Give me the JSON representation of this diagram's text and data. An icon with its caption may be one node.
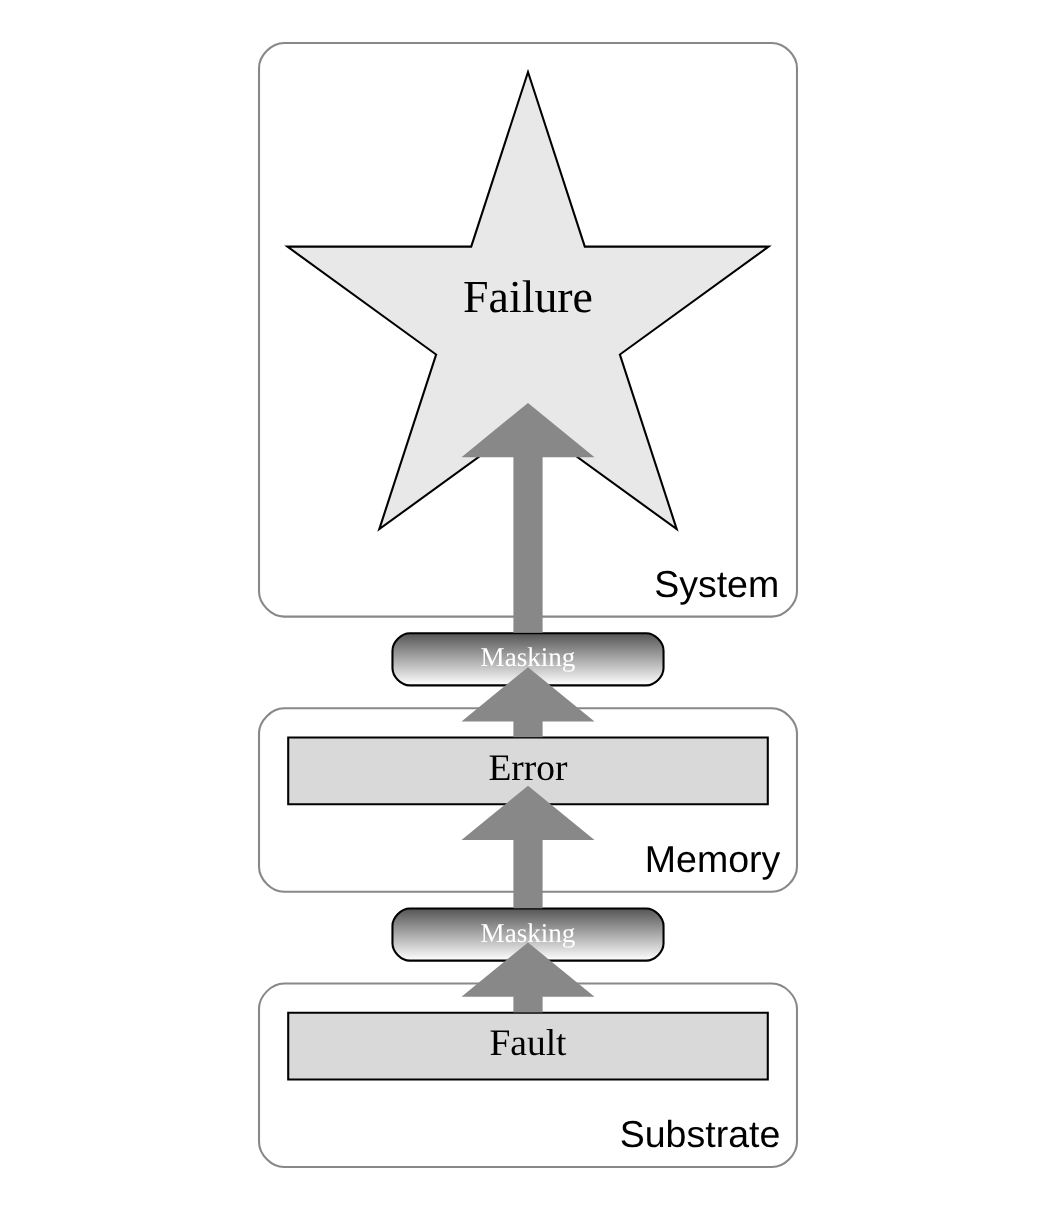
{
  "diagram": {
    "nodes": [
      {
        "text": [
          "System"
        ]
      },
      {
        "text": [
          "Failure"
        ],
        "in": 0
      },
      {
        "text": [
          "Masking"
        ]
      },
      {
        "text": [
          "Memory"
        ]
      },
      {
        "text": [
          "Error"
        ],
        "in": 3
      },
      {
        "text": [
          "Masking"
        ]
      },
      {
        "text": [
          "Substrate"
        ]
      },
      {
        "text": [
          "Fault"
        ],
        "in": 6
      }
    ],
    "edges": [
      {
        "from": 7,
        "to": 5,
        "arrow": "to"
      },
      {
        "from": 5,
        "to": 4,
        "arrow": "to"
      },
      {
        "from": 4,
        "to": 2,
        "arrow": "to"
      },
      {
        "from": 2,
        "to": 1,
        "arrow": "to"
      }
    ]
  }
}
